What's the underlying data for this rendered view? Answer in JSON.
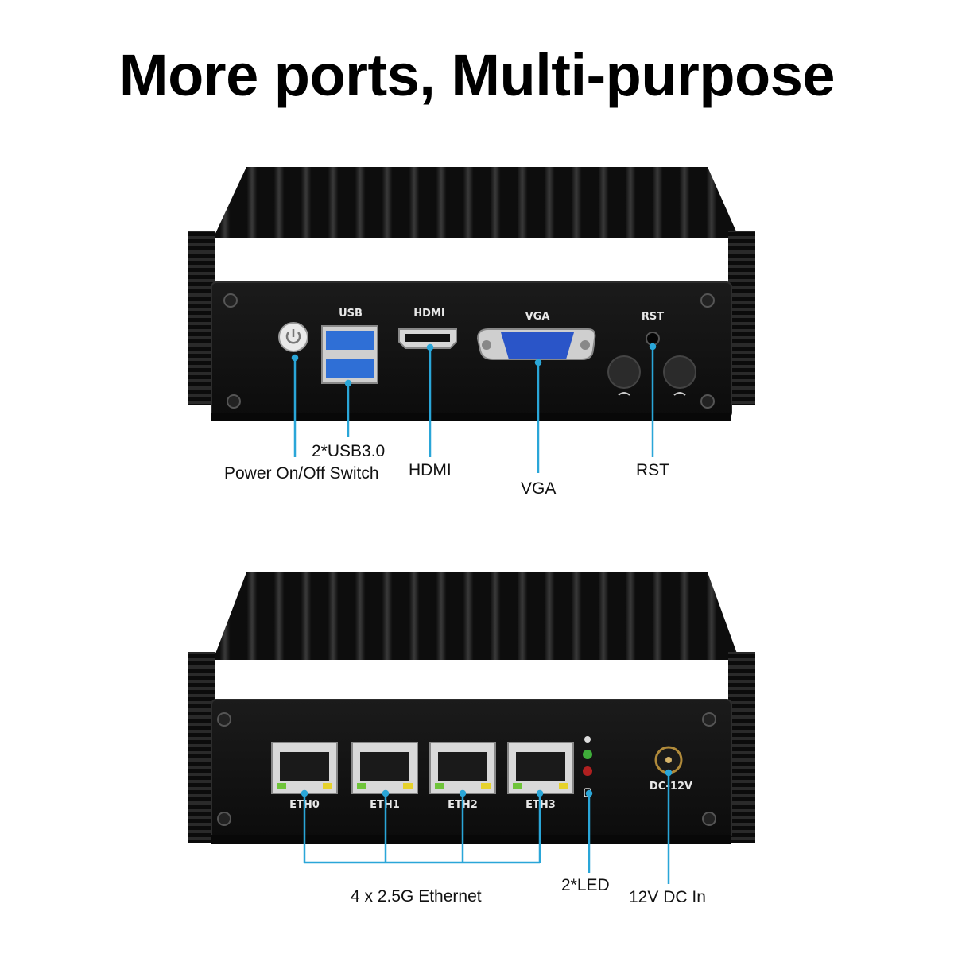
{
  "title": "More ports, Multi-purpose",
  "top_device": {
    "panel_labels": {
      "usb": "USB",
      "hdmi": "HDMI",
      "vga": "VGA",
      "rst": "RST"
    },
    "callouts": {
      "power": "Power On/Off Switch",
      "usb": "2*USB3.0",
      "hdmi": "HDMI",
      "vga": "VGA",
      "rst": "RST"
    }
  },
  "bottom_device": {
    "panel_labels": {
      "eth0": "ETH0",
      "eth1": "ETH1",
      "eth2": "ETH2",
      "eth3": "ETH3",
      "dc": "DC-12V"
    },
    "callouts": {
      "ethernet": "4 x  2.5G Ethernet",
      "led": "2*LED",
      "dc": "12V DC In"
    }
  },
  "colors": {
    "callout_line": "#2aa6d8",
    "device_body": "#111111",
    "usb_blue": "#2f6fd6",
    "vga_blue": "#2a55c8"
  }
}
